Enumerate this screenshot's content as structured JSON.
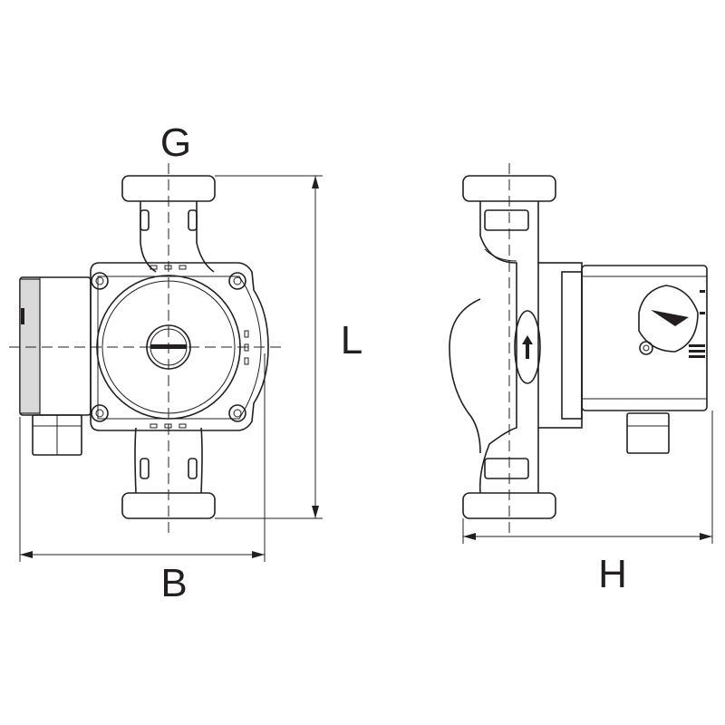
{
  "labels": {
    "G": "G",
    "L": "L",
    "B": "B",
    "H": "H"
  },
  "colors": {
    "line": "#231f20",
    "background": "#ffffff"
  },
  "icons": {
    "flow_direction": "up-arrow-icon"
  }
}
